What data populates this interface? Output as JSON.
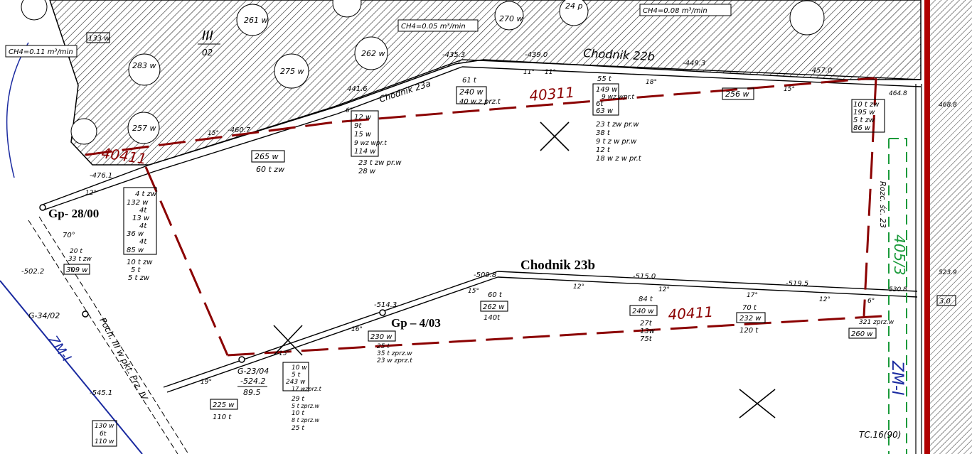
{
  "map": {
    "labels": {
      "main_gallery": "Chodnik 23b",
      "upper_gallery": "Chodnik 22b",
      "side_gallery": "Chodnik 23a",
      "point_gp_28": "Gp- 28/00",
      "point_gp_4": "Gp – 4/03",
      "panel_red_1": "40311",
      "panel_red_2": "40411",
      "panel_red_3": "40411",
      "green_panel": "405/3",
      "rozc": "Rozc. śc. 23",
      "zm_right": "ZM-I",
      "zm_left": "ZM-I",
      "poch": "Poch. III w pkt. Prz. IV",
      "tc": "TC.16(90)",
      "roman_iii": "III",
      "roman_sub": "02",
      "ch4_left": "CH4=0.11 m³/min",
      "ch4_mid": "CH4=0.05 m³/min",
      "ch4_top": "CH4=0.08 m³/min",
      "g34": "G-34/02",
      "g23": "G-23/04"
    },
    "elevations": [
      "-435.3",
      "-439.0",
      "-449.3",
      "-457.0",
      "-509.8",
      "-515.0",
      "-519.5",
      "-514.3",
      "-502.2",
      "-524.2",
      "89.5",
      "-545.1",
      "464.8",
      "468.8",
      "523.9",
      "530.8",
      "-476.1",
      "-460.7",
      "441.6"
    ],
    "circles": [
      "261 w",
      "262 w",
      "275 w",
      "283 w",
      "257 w",
      "270 w",
      "24 p"
    ],
    "boxes": {
      "b1": [
        "240 w",
        "40 w.z prz.t"
      ],
      "b2": [
        "149 w",
        "9 wz wpr.t",
        "6t",
        "63 w"
      ],
      "b3": [
        "12 w",
        "9t",
        "15 w",
        "9 wz wpr.t",
        "114 w"
      ],
      "b4": [
        "4 t zw",
        "132 w",
        "4t",
        "13 w",
        "4t",
        "36 w",
        "4t",
        "85 w"
      ],
      "b5": [
        "265 w",
        "60 t zw"
      ],
      "b6": [
        "256 w"
      ],
      "b7": [
        "10 t zw",
        "195 w",
        "5 t zw",
        "86 w"
      ],
      "b8": [
        "262 w",
        "140t"
      ],
      "b9": [
        "240 w",
        "27t",
        "13w",
        "75t"
      ],
      "b10": [
        "232 w",
        "120 t"
      ],
      "b11": [
        "230 w"
      ],
      "b12": [
        "10 w",
        "5 t",
        "243 w",
        "17 wzprz.t"
      ],
      "b13": [
        "225 w",
        "110 t"
      ],
      "b14": [
        "260 w"
      ],
      "b15": [
        "309 w"
      ],
      "b16": [
        "133 w"
      ],
      "b17": [
        "130 w",
        "6t",
        "110 w"
      ],
      "b18": [
        "3.0"
      ]
    },
    "notes": {
      "n1": [
        "23 t zw pr.w",
        "38 t",
        "9 t z w pr.w",
        "12 t",
        "18 w z w pr.t"
      ],
      "n2": [
        "23 t zw pr.w",
        "28 w"
      ],
      "n3": [
        "61 t"
      ],
      "n4": [
        "55 t"
      ],
      "n5": [
        "10 t zw",
        "5 t",
        "5 t zw"
      ],
      "n6": [
        "20 t",
        "33 t zw"
      ],
      "n7": [
        "29 t",
        "5 t zprz.w",
        "10 t",
        "8 t zprz.w",
        "25 t"
      ],
      "n8": [
        "25 t",
        "35 t zprz.w",
        "23 w zprz.t"
      ],
      "n9": [
        "321 zprz.w"
      ],
      "n10": [
        "60 t"
      ],
      "n11": [
        "84 t"
      ],
      "n12": [
        "70 t"
      ]
    },
    "angles": [
      "11°",
      "11°",
      "18°",
      "15°",
      "15°",
      "12°",
      "12°",
      "17°",
      "12°",
      "6°",
      "15°",
      "16°",
      "15°",
      "19°",
      "70°",
      "6°",
      "12°"
    ],
    "colors": {
      "hatch": "#222222",
      "red_boundary": "#8b0000",
      "green": "#1a9a3a",
      "blue": "#1a2aa0",
      "ink": "#000000"
    }
  }
}
